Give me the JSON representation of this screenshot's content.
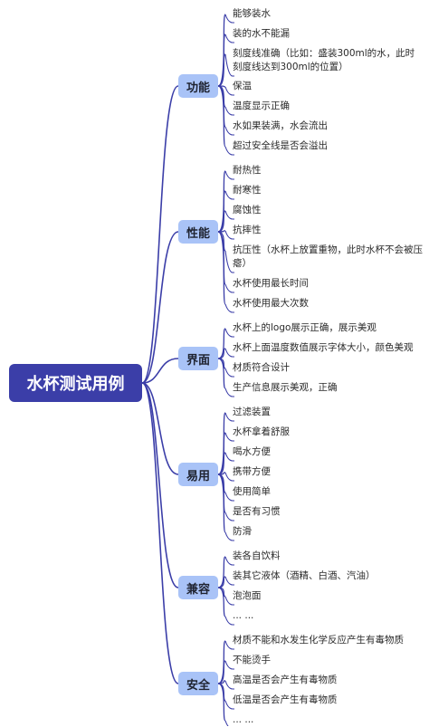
{
  "root": {
    "label": "水杯测试用例"
  },
  "categories": [
    {
      "label": "功能",
      "items": [
        "能够装水",
        "装的水不能漏",
        "刻度线准确（比如：盛装300ml的水，此时刻度线达到300ml的位置）",
        "保温",
        "温度显示正确",
        "水如果装满，水会流出",
        "超过安全线是否会溢出"
      ]
    },
    {
      "label": "性能",
      "items": [
        "耐热性",
        "耐寒性",
        "腐蚀性",
        "抗摔性",
        "抗压性（水杯上放置重物，此时水杯不会被压瘪）",
        "水杯使用最长时间",
        "水杯使用最大次数"
      ]
    },
    {
      "label": "界面",
      "items": [
        "水杯上的logo展示正确，展示美观",
        "水杯上面温度数值展示字体大小，颜色美观",
        "材质符合设计",
        "生产信息展示美观，正确"
      ]
    },
    {
      "label": "易用",
      "items": [
        "过滤装置",
        "水杯拿着舒服",
        "喝水方便",
        "携带方便",
        "使用简单",
        "是否有习惯",
        "防滑"
      ]
    },
    {
      "label": "兼容",
      "items": [
        "装各自饮料",
        "装其它液体（酒精、白酒、汽油）",
        "泡泡面",
        "... ..."
      ]
    },
    {
      "label": "安全",
      "items": [
        "材质不能和水发生化学反应产生有毒物质",
        "不能烫手",
        "高温是否会产生有毒物质",
        "低温是否会产生有毒物质",
        "... ..."
      ]
    }
  ],
  "colors": {
    "root": "#3b3ea8",
    "category": "#a9c3f7",
    "line": "#3b3ea8"
  }
}
